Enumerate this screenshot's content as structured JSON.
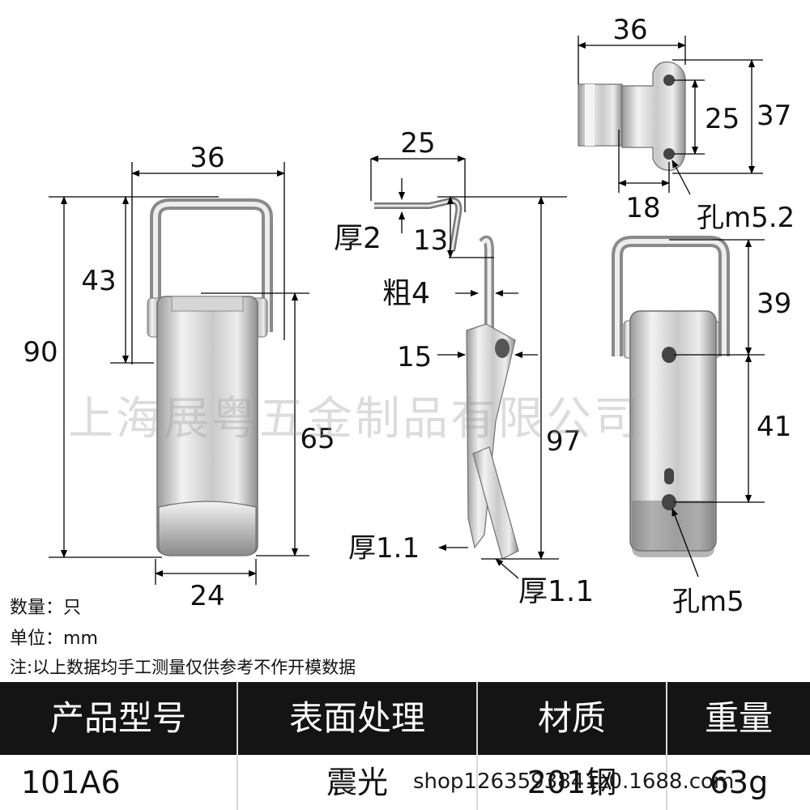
{
  "watermark": "上海展粤五金制品有限公司",
  "colors": {
    "header_bg": "#141414",
    "header_text": "#ffffff",
    "metal_light": "#e6e6e6",
    "metal_dark": "#8c8c8c"
  },
  "front_view": {
    "width_top": "36",
    "height_total": "90",
    "bail_height": "43",
    "body_height": "65",
    "body_width": "24"
  },
  "side_view": {
    "hook_reach": "25",
    "thickness_top": "厚2",
    "hook_height": "13",
    "wire_dia": "粗4",
    "offset": "15",
    "length": "97",
    "thickness_mid": "厚1.1",
    "thickness_bottom": "厚1.1"
  },
  "catch_view": {
    "width": "36",
    "hole_spacing": "25",
    "height": "37",
    "depth": "18",
    "hole": "孔m5.2"
  },
  "back_view": {
    "bail_height": "39",
    "hole_spacing": "41",
    "hole": "孔m5"
  },
  "info": {
    "qty": "数量：只",
    "unit_label": "单位：",
    "unit_value": "mm",
    "note": "注:以上数据均手工测量仅供参考不作开模数据"
  },
  "table": {
    "headers": [
      "产品型号",
      "表面处理",
      "材质",
      "重量"
    ],
    "values": [
      "101A6",
      "震光",
      "201钢",
      "63g"
    ]
  },
  "shop_watermark": "shop1263593841z0.1688.com"
}
